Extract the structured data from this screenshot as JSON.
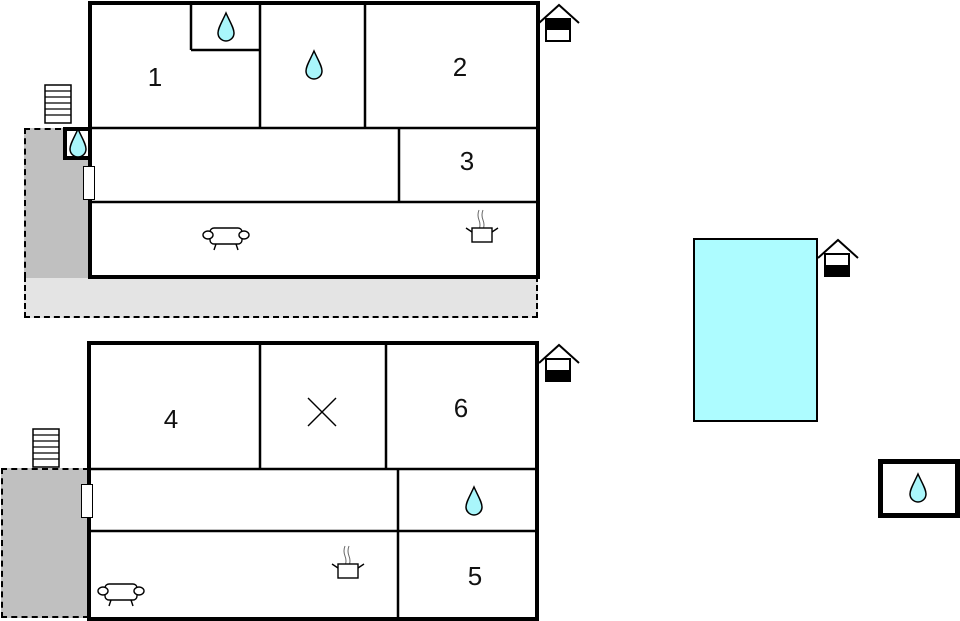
{
  "floorplan": {
    "colors": {
      "wall": "#000000",
      "terrace": "#c0c0c0",
      "terrace_light": "#e4e4e4",
      "water": "#a9f6fb",
      "pool": "#adfcff"
    },
    "upper_floor": {
      "rooms": [
        {
          "id": "1",
          "label": "1"
        },
        {
          "id": "2",
          "label": "2"
        },
        {
          "id": "3",
          "label": "3"
        }
      ],
      "icons": [
        "bathroom-drop",
        "bathroom-drop",
        "bathroom-drop",
        "sofa",
        "kitchen-pot",
        "house-entrance",
        "stairs",
        "door"
      ]
    },
    "lower_floor": {
      "rooms": [
        {
          "id": "4",
          "label": "4"
        },
        {
          "id": "5",
          "label": "5"
        },
        {
          "id": "6",
          "label": "6"
        }
      ],
      "icons": [
        "void-cross",
        "bathroom-drop",
        "sofa",
        "kitchen-pot",
        "house-entrance",
        "stairs",
        "door"
      ]
    },
    "outdoor": {
      "items": [
        "pool",
        "house-entrance",
        "outdoor-shower"
      ]
    }
  }
}
